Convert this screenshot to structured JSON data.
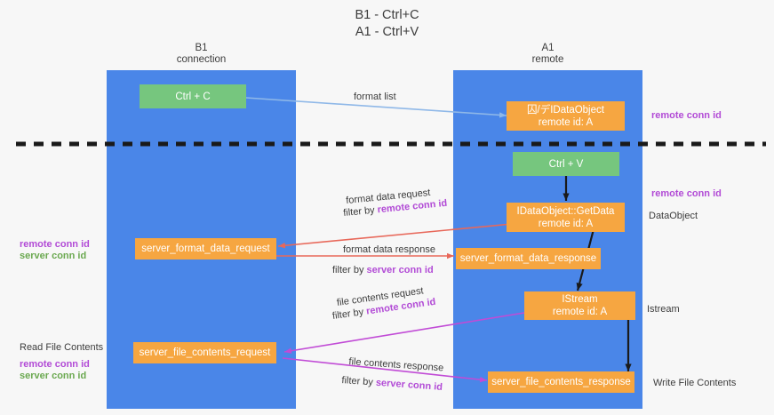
{
  "diagram": {
    "title": "B1 - Ctrl+C\nA1 - Ctrl+V",
    "lanes": [
      {
        "id": "b1",
        "title": "B1\nconnection"
      },
      {
        "id": "a1",
        "title": "A1\nremote"
      }
    ],
    "divider": {
      "style": "dashed",
      "color": "#1a1a1a"
    },
    "colors": {
      "lane": "#4a86e8",
      "green_box": "#76c67e",
      "orange_box": "#f6a641",
      "purple_text": "#b24bd6",
      "green_text": "#6aa84f",
      "red_arrow": "#e8685a",
      "magenta_arrow": "#c14bd6",
      "blue_arrow": "#8fb8e8",
      "black_arrow": "#1a1a1a",
      "text": "#3c3c3c",
      "background": "#f7f7f7"
    },
    "nodes": [
      {
        "id": "ctrl-c",
        "label": "Ctrl + C",
        "color": "green"
      },
      {
        "id": "idataobject",
        "label": "囚/デIDataObject\nremote id: A",
        "color": "orange"
      },
      {
        "id": "ctrl-v",
        "label": "Ctrl + V",
        "color": "green"
      },
      {
        "id": "getdata",
        "label": "IDataObject::GetData\nremote id: A",
        "color": "orange"
      },
      {
        "id": "server-format-data-request",
        "label": "server_format_data_request",
        "color": "orange"
      },
      {
        "id": "server-format-data-response",
        "label": "server_format_data_response",
        "color": "orange"
      },
      {
        "id": "istream",
        "label": "IStream\nremote id: A",
        "color": "orange"
      },
      {
        "id": "server-file-contents-request",
        "label": "server_file_contents_request",
        "color": "orange"
      },
      {
        "id": "server-file-contents-response",
        "label": "server_file_contents_response",
        "color": "orange"
      }
    ],
    "edge_labels": {
      "format_list": "format list",
      "format_data_request": "format data request",
      "format_data_request_filter_prefix": "filter by ",
      "format_data_request_filter_key": "remote conn id",
      "format_data_response": "format data response",
      "format_data_response_filter_prefix": "filter by ",
      "format_data_response_filter_key": "server conn id",
      "file_contents_request": "file contents request",
      "file_contents_request_filter_prefix": "filter by ",
      "file_contents_request_filter_key": "remote conn id",
      "file_contents_response": "file contents response",
      "file_contents_response_filter_prefix": "filter by ",
      "file_contents_response_filter_key": "server conn id"
    },
    "side_labels": {
      "right_remote_conn_id_top": "remote conn id",
      "right_remote_conn_id_mid": "remote conn id",
      "right_dataobject": "DataObject",
      "right_istream": "Istream",
      "right_write_file_contents": "Write File Contents",
      "left_remote_conn_id_mid": "remote conn id",
      "left_server_conn_id_mid": "server conn id",
      "left_read_file_contents": "Read File Contents",
      "left_remote_conn_id_bottom": "remote conn id",
      "left_server_conn_id_bottom": "server conn id"
    }
  }
}
